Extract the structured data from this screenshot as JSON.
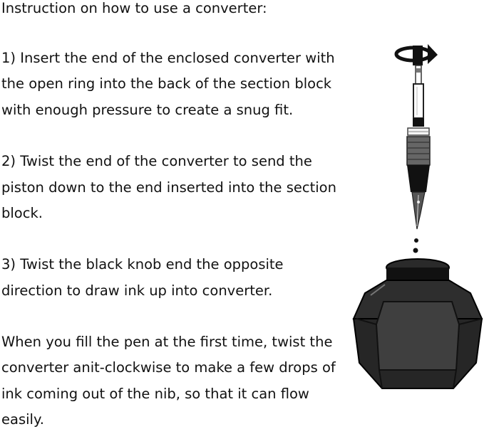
{
  "title": "Instruction on how to use a converter:",
  "steps": [
    {
      "lines": [
        "1) Insert the end of the enclosed converter with",
        "the open ring into the back of the section block",
        "with enough pressure to create a snug fit."
      ]
    },
    {
      "lines": [
        "2) Twist the end of the converter to send the",
        "piston down to the end inserted into the section",
        "block."
      ]
    },
    {
      "lines": [
        "3) Twist the black knob end the opposite",
        "direction to draw ink up into converter."
      ]
    }
  ],
  "note": {
    "lines": [
      "When you fill the pen at the first time, twist the",
      "converter anit-clockwise to make a few drops of",
      "ink coming out of the nib, so that it can flow",
      "easily."
    ]
  },
  "illustration": {
    "icons": [
      "rotate-arrow-icon",
      "fountain-pen-icon",
      "ink-drop-icon",
      "ink-bottle-icon"
    ]
  }
}
